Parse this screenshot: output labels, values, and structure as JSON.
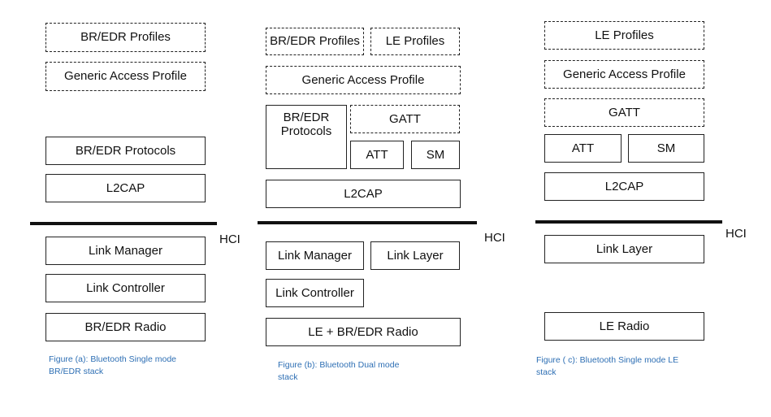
{
  "colors": {
    "caption": "#2e6fb4",
    "border": "#222222",
    "hci_bar": "#111111"
  },
  "stack_a": {
    "br_edr_profiles": "BR/EDR Profiles",
    "generic_access_profile": "Generic Access Profile",
    "br_edr_protocols": "BR/EDR Protocols",
    "l2cap": "L2CAP",
    "hci": "HCI",
    "link_manager": "Link Manager",
    "link_controller": "Link Controller",
    "radio": "BR/EDR Radio",
    "caption_line1": "Figure (a): Bluetooth Single mode",
    "caption_line2": "BR/EDR stack"
  },
  "stack_b": {
    "br_edr_profiles": "BR/EDR Profiles",
    "le_profiles": "LE Profiles",
    "generic_access_profile": "Generic Access Profile",
    "br_edr_protocols_line1": "BR/EDR",
    "br_edr_protocols_line2": "Protocols",
    "gatt": "GATT",
    "att": "ATT",
    "sm": "SM",
    "l2cap": "L2CAP",
    "hci": "HCI",
    "link_manager": "Link Manager",
    "link_layer": "Link Layer",
    "link_controller": "Link Controller",
    "radio": "LE + BR/EDR Radio",
    "caption_line1": "Figure (b): Bluetooth Dual mode",
    "caption_line2": "stack"
  },
  "stack_c": {
    "le_profiles": "LE Profiles",
    "generic_access_profile": "Generic Access Profile",
    "gatt": "GATT",
    "att": "ATT",
    "sm": "SM",
    "l2cap": "L2CAP",
    "hci": "HCI",
    "link_layer": "Link Layer",
    "radio": "LE Radio",
    "caption_line1": "Figure ( c): Bluetooth Single mode LE",
    "caption_line2": "stack"
  }
}
